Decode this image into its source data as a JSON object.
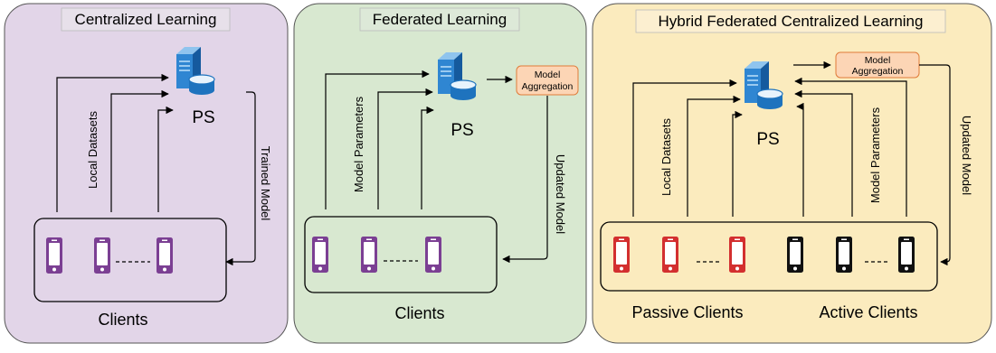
{
  "colors": {
    "centralized_bg": "#E2D5E8",
    "federated_bg": "#D8E8D0",
    "hybrid_bg": "#FBEBBE",
    "aggregation_bg": "#FCD5B5",
    "aggregation_border": "#E07B39",
    "passive_phone": "#D32F2F",
    "active_phone": "#111111",
    "purple_phone": "#7B3F93",
    "server_blue": "#1E73BE"
  },
  "icons": {
    "server": "server-database-icon",
    "phone": "smartphone-icon"
  },
  "panels": {
    "centralized": {
      "title": "Centralized Learning",
      "ps_label": "PS",
      "upload_label": "Local Datasets",
      "download_label": "Trained Model",
      "clients_label": "Clients"
    },
    "federated": {
      "title": "Federated Learning",
      "ps_label": "PS",
      "upload_label": "Model Parameters",
      "aggregation_line1": "Model",
      "aggregation_line2": "Aggregation",
      "download_label": "Updated Model",
      "clients_label": "Clients"
    },
    "hybrid": {
      "title": "Hybrid Federated Centralized Learning",
      "ps_label": "PS",
      "aggregation_line1": "Model",
      "aggregation_line2": "Aggregation",
      "passive_upload_label": "Local Datasets",
      "active_upload_label": "Model Parameters",
      "download_label": "Updated Model",
      "passive_clients_label": "Passive Clients",
      "active_clients_label": "Active Clients"
    }
  }
}
